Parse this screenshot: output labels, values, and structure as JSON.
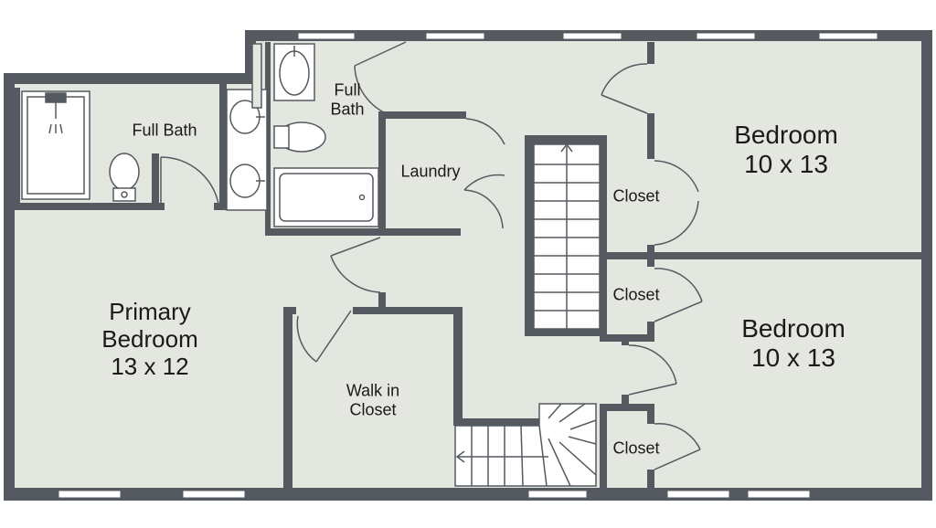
{
  "rooms": {
    "bedroom_top": {
      "name": "Bedroom",
      "size": "10 x 13"
    },
    "bedroom_bottom": {
      "name": "Bedroom",
      "size": "10 x 13"
    },
    "primary_bedroom": {
      "line1": "Primary",
      "line2": "Bedroom",
      "size": "13 x 12"
    },
    "full_bath_left": {
      "name": "Full Bath"
    },
    "full_bath_top": {
      "line1": "Full",
      "line2": "Bath"
    },
    "laundry": {
      "name": "Laundry"
    },
    "walk_in_closet": {
      "line1": "Walk in",
      "line2": "Closet"
    },
    "closet_1": {
      "name": "Closet"
    },
    "closet_2": {
      "name": "Closet"
    },
    "closet_3": {
      "name": "Closet"
    }
  },
  "colors": {
    "wall": "#555a60",
    "floor": "#e4e6e0",
    "window": "#ffffff",
    "fixture_stroke": "#555a60"
  }
}
